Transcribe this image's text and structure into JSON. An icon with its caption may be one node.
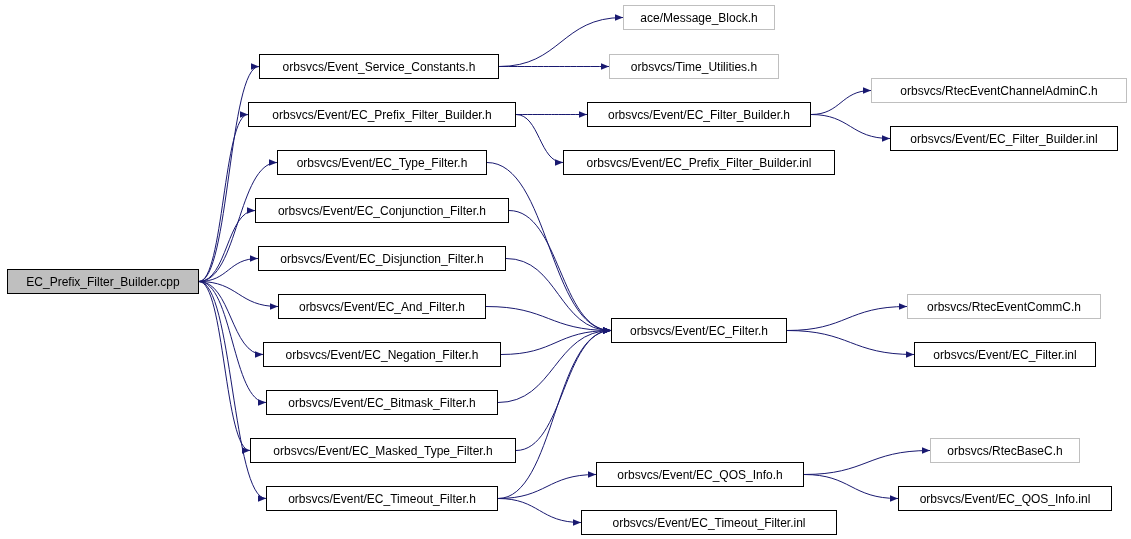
{
  "diagram": {
    "nodes": [
      {
        "text": [
          "EC_Prefix_Filter_Builder.cpp"
        ]
      },
      {
        "text": [
          "orbsvcs/Event_Service_Constants.h"
        ]
      },
      {
        "text": [
          "ace/Message_Block.h"
        ]
      },
      {
        "text": [
          "orbsvcs/Time_Utilities.h"
        ]
      },
      {
        "text": [
          "orbsvcs/Event/EC_Prefix_Filter_Builder.h"
        ]
      },
      {
        "text": [
          "orbsvcs/Event/EC_Filter_Builder.h"
        ]
      },
      {
        "text": [
          "orbsvcs/RtecEventChannelAdminC.h"
        ]
      },
      {
        "text": [
          "orbsvcs/Event/EC_Filter_Builder.inl"
        ]
      },
      {
        "text": [
          "orbsvcs/Event/EC_Prefix_Filter_Builder.inl"
        ]
      },
      {
        "text": [
          "orbsvcs/Event/EC_Type_Filter.h"
        ]
      },
      {
        "text": [
          "orbsvcs/Event/EC_Conjunction_Filter.h"
        ]
      },
      {
        "text": [
          "orbsvcs/Event/EC_Disjunction_Filter.h"
        ]
      },
      {
        "text": [
          "orbsvcs/Event/EC_And_Filter.h"
        ]
      },
      {
        "text": [
          "orbsvcs/Event/EC_Filter.h"
        ]
      },
      {
        "text": [
          "orbsvcs/RtecEventCommC.h"
        ]
      },
      {
        "text": [
          "orbsvcs/Event/EC_Filter.inl"
        ]
      },
      {
        "text": [
          "orbsvcs/Event/EC_Negation_Filter.h"
        ]
      },
      {
        "text": [
          "orbsvcs/Event/EC_Bitmask_Filter.h"
        ]
      },
      {
        "text": [
          "orbsvcs/Event/EC_Masked_Type_Filter.h"
        ]
      },
      {
        "text": [
          "orbsvcs/Event/EC_Timeout_Filter.h"
        ]
      },
      {
        "text": [
          "orbsvcs/Event/EC_QOS_Info.h"
        ]
      },
      {
        "text": [
          "orbsvcs/RtecBaseC.h"
        ]
      },
      {
        "text": [
          "orbsvcs/Event/EC_QOS_Info.inl"
        ]
      },
      {
        "text": [
          "orbsvcs/Event/EC_Timeout_Filter.inl"
        ]
      }
    ],
    "edges": [
      {
        "from": 0,
        "to": 1,
        "arrow": "to"
      },
      {
        "from": 0,
        "to": 4,
        "arrow": "to"
      },
      {
        "from": 0,
        "to": 9,
        "arrow": "to"
      },
      {
        "from": 0,
        "to": 10,
        "arrow": "to"
      },
      {
        "from": 0,
        "to": 11,
        "arrow": "to"
      },
      {
        "from": 0,
        "to": 12,
        "arrow": "to"
      },
      {
        "from": 0,
        "to": 16,
        "arrow": "to"
      },
      {
        "from": 0,
        "to": 17,
        "arrow": "to"
      },
      {
        "from": 0,
        "to": 18,
        "arrow": "to"
      },
      {
        "from": 0,
        "to": 19,
        "arrow": "to"
      },
      {
        "from": 1,
        "to": 2,
        "arrow": "to"
      },
      {
        "from": 1,
        "to": 3,
        "arrow": "to"
      },
      {
        "from": 4,
        "to": 5,
        "arrow": "to"
      },
      {
        "from": 4,
        "to": 8,
        "arrow": "to"
      },
      {
        "from": 5,
        "to": 6,
        "arrow": "to"
      },
      {
        "from": 5,
        "to": 7,
        "arrow": "to"
      },
      {
        "from": 9,
        "to": 13,
        "arrow": "to"
      },
      {
        "from": 10,
        "to": 13,
        "arrow": "to"
      },
      {
        "from": 11,
        "to": 13,
        "arrow": "to"
      },
      {
        "from": 12,
        "to": 13,
        "arrow": "to"
      },
      {
        "from": 16,
        "to": 13,
        "arrow": "to"
      },
      {
        "from": 17,
        "to": 13,
        "arrow": "to"
      },
      {
        "from": 18,
        "to": 13,
        "arrow": "to"
      },
      {
        "from": 19,
        "to": 13,
        "arrow": "to"
      },
      {
        "from": 13,
        "to": 14,
        "arrow": "to"
      },
      {
        "from": 13,
        "to": 15,
        "arrow": "to"
      },
      {
        "from": 19,
        "to": 20,
        "arrow": "to"
      },
      {
        "from": 19,
        "to": 23,
        "arrow": "to"
      },
      {
        "from": 20,
        "to": 21,
        "arrow": "to"
      },
      {
        "from": 20,
        "to": 22,
        "arrow": "to"
      }
    ]
  }
}
